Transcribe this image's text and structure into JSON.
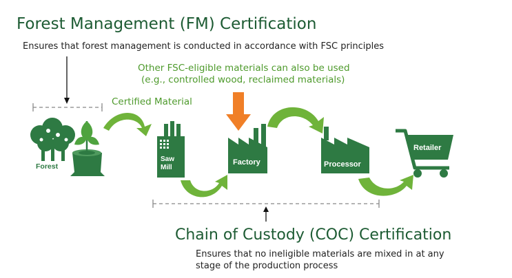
{
  "fm": {
    "title": "Forest Management (FM) Certification",
    "subtitle": "Ensures that forest management is conducted in accordance with FSC principles"
  },
  "other_materials": {
    "line1": "Other FSC-eligible materials can also be used",
    "line2": "(e.g., controlled wood, reclaimed materials)"
  },
  "certified_material_label": "Certified Material",
  "stages": {
    "forest": "Forest",
    "sawmill_line1": "Saw",
    "sawmill_line2": "Mill",
    "factory": "Factory",
    "processor": "Processor",
    "retailer": "Retailer"
  },
  "coc": {
    "title": "Chain of Custody (COC) Certification",
    "subtitle_line1": "Ensures that no ineligible materials are mixed in at any",
    "subtitle_line2": "stage of the production process"
  },
  "colors": {
    "dark_green": "#1d5b33",
    "icon_green": "#2e7a43",
    "arrow_green": "#6fb33a",
    "orange": "#f07f27"
  }
}
